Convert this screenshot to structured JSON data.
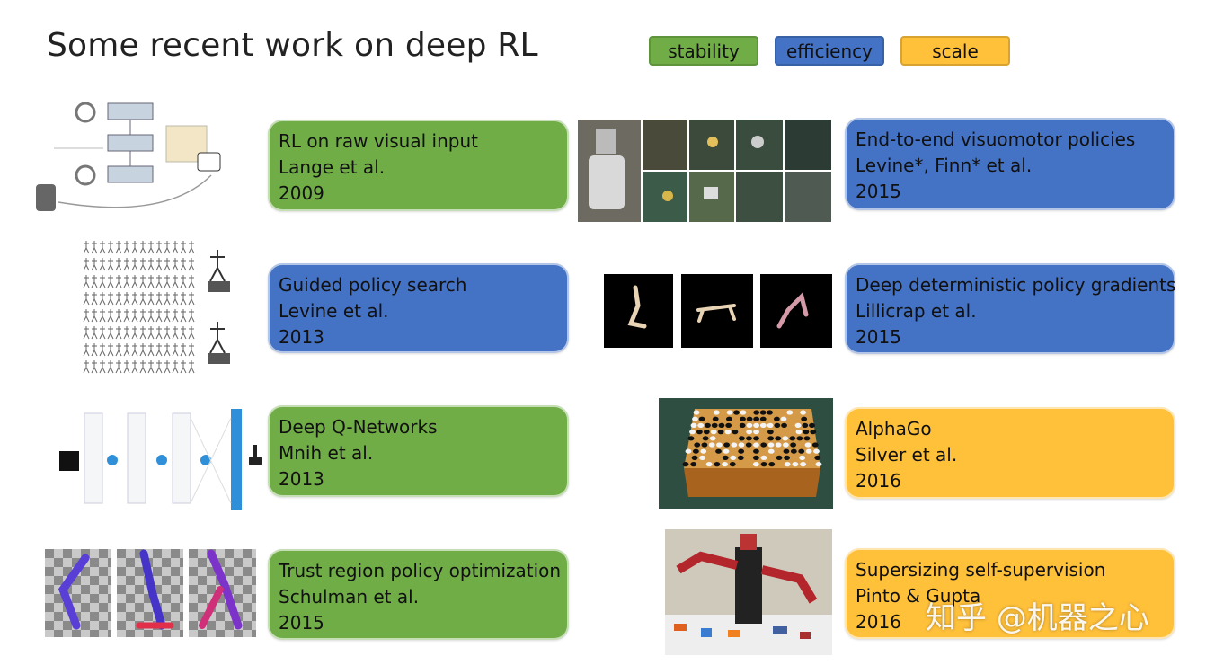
{
  "title": "Some recent work on deep RL",
  "legend": {
    "stability": {
      "label": "stability",
      "color": "#70ad47"
    },
    "efficiency": {
      "label": "efficiency",
      "color": "#4472c4"
    },
    "scale": {
      "label": "scale",
      "color": "#ffc03a"
    }
  },
  "cards": [
    {
      "title": "RL on raw visual input",
      "authors": "Lange et al.",
      "year": "2009",
      "category": "stability"
    },
    {
      "title": "Guided policy search",
      "authors": "Levine et al.",
      "year": "2013",
      "category": "efficiency"
    },
    {
      "title": "Deep Q-Networks",
      "authors": "Mnih et al.",
      "year": "2013",
      "category": "stability"
    },
    {
      "title": "Trust region policy optimization",
      "authors": "Schulman et al.",
      "year": "2015",
      "category": "stability"
    },
    {
      "title": "End-to-end visuomotor policies",
      "authors": "Levine*, Finn* et al.",
      "year": "2015",
      "category": "efficiency"
    },
    {
      "title": "Deep deterministic policy gradients",
      "authors": "Lillicrap et al.",
      "year": "2015",
      "category": "efficiency"
    },
    {
      "title": "AlphaGo",
      "authors": "Silver et al.",
      "year": "2016",
      "category": "scale"
    },
    {
      "title": "Supersizing self-supervision",
      "authors": "Pinto & Gupta",
      "year": "2016",
      "category": "scale"
    }
  ],
  "watermark": "知乎 @机器之心"
}
